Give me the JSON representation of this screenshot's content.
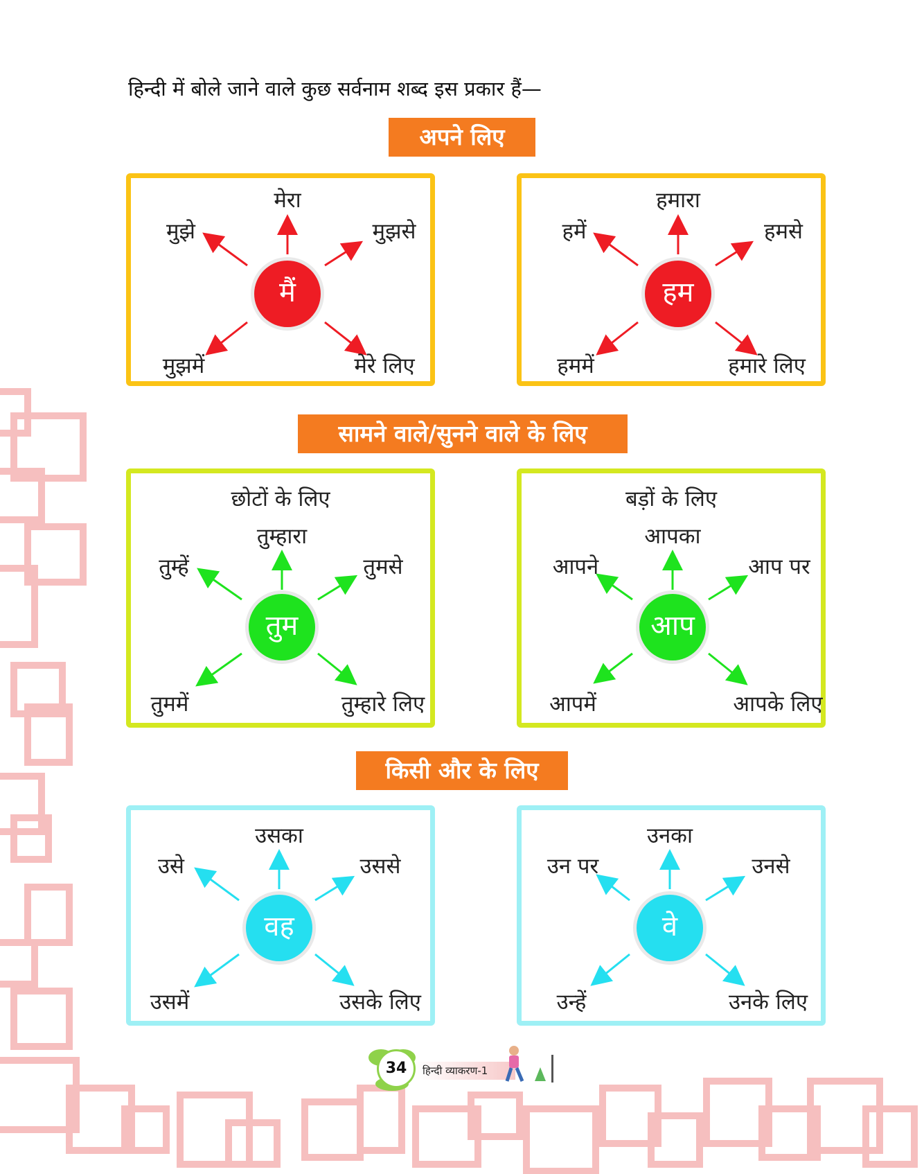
{
  "intro_text": "हिन्दी में बोले जाने वाले कुछ सर्वनाम शब्द इस प्रकार हैं—",
  "sections": [
    {
      "banner": "अपने लिए",
      "diagrams": [
        {
          "center": "मैं",
          "top": "मेरा",
          "top_left": "मुझे",
          "top_right": "मुझसे",
          "bottom_left": "मुझमें",
          "bottom_right": "मेरे लिए"
        },
        {
          "center": "हम",
          "top": "हमारा",
          "top_left": "हमें",
          "top_right": "हमसे",
          "bottom_left": "हममें",
          "bottom_right": "हमारे लिए"
        }
      ]
    },
    {
      "banner": "सामने वाले/सुनने वाले के लिए",
      "diagrams": [
        {
          "subtitle": "छोटों के लिए",
          "center": "तुम",
          "top": "तुम्हारा",
          "top_left": "तुम्हें",
          "top_right": "तुमसे",
          "bottom_left": "तुममें",
          "bottom_right": "तुम्हारे लिए"
        },
        {
          "subtitle": "बड़ों के लिए",
          "center": "आप",
          "top": "आपका",
          "top_left": "आपने",
          "top_right": "आप पर",
          "bottom_left": "आपमें",
          "bottom_right": "आपके लिए"
        }
      ]
    },
    {
      "banner": "किसी और के लिए",
      "diagrams": [
        {
          "center": "वह",
          "top": "उसका",
          "top_left": "उसे",
          "top_right": "उससे",
          "bottom_left": "उसमें",
          "bottom_right": "उसके लिए"
        },
        {
          "center": "वे",
          "top": "उनका",
          "top_left": "उन पर",
          "top_right": "उनसे",
          "bottom_left": "उन्हें",
          "bottom_right": "उनके लिए"
        }
      ]
    }
  ],
  "colors": {
    "banner": "#f47b20",
    "section1_border": "#fbc315",
    "section1_center": "#ee1c24",
    "section2_border": "#d4e820",
    "section2_center": "#1ee31e",
    "section3_border": "#9ef0f5",
    "section3_center": "#25dff0",
    "decoration": "#f5b5b5"
  },
  "footer": {
    "page_number": "34",
    "book_title": "हिन्दी व्याकरण-1"
  }
}
